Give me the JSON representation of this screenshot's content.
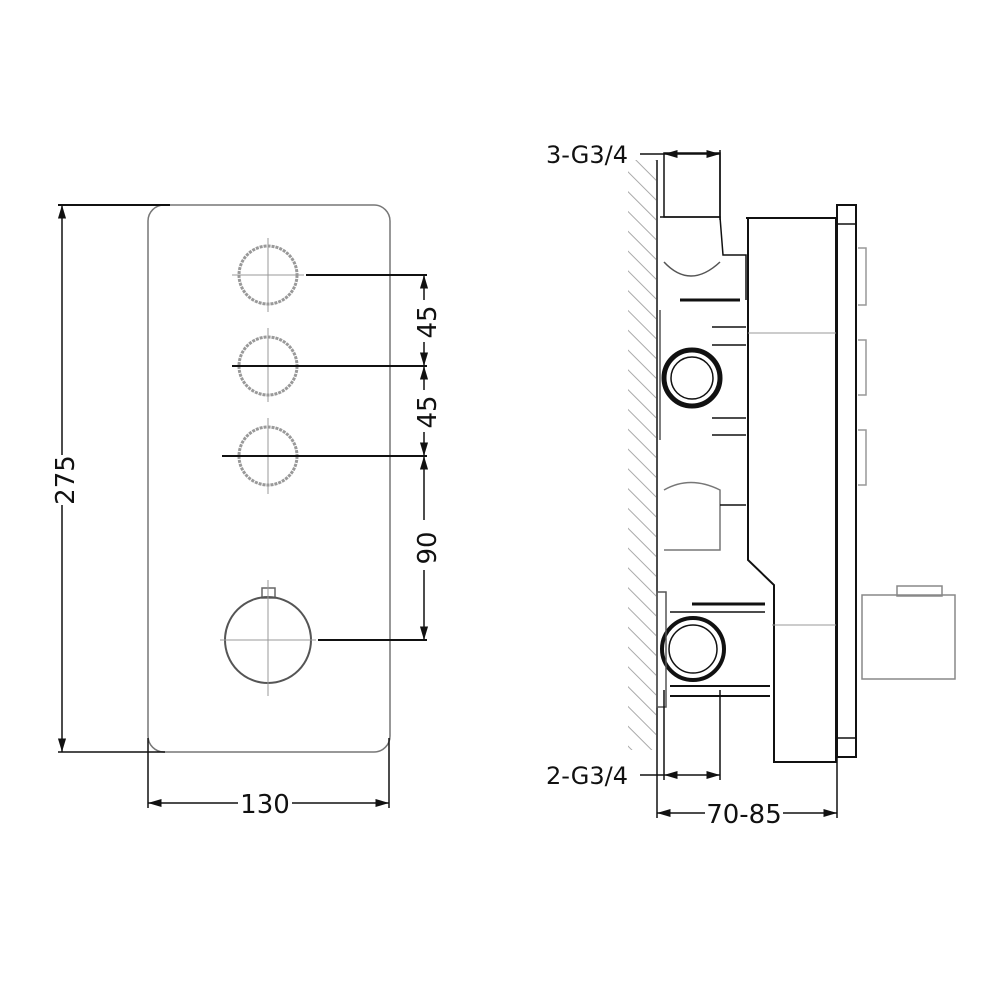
{
  "front_view": {
    "height_dim": "275",
    "width_dim": "130",
    "spacing_1": "45",
    "spacing_2": "45",
    "spacing_3": "90",
    "buttons": [
      "push-button-1",
      "push-button-2",
      "push-button-3"
    ],
    "dial": "thermostatic-dial"
  },
  "side_view": {
    "top_connection": "3-G3/4",
    "bottom_connection": "2-G3/4",
    "depth_dim": "70-85"
  },
  "colors": {
    "line": "#111111",
    "thin_line": "#888888",
    "hatch": "#999999"
  }
}
